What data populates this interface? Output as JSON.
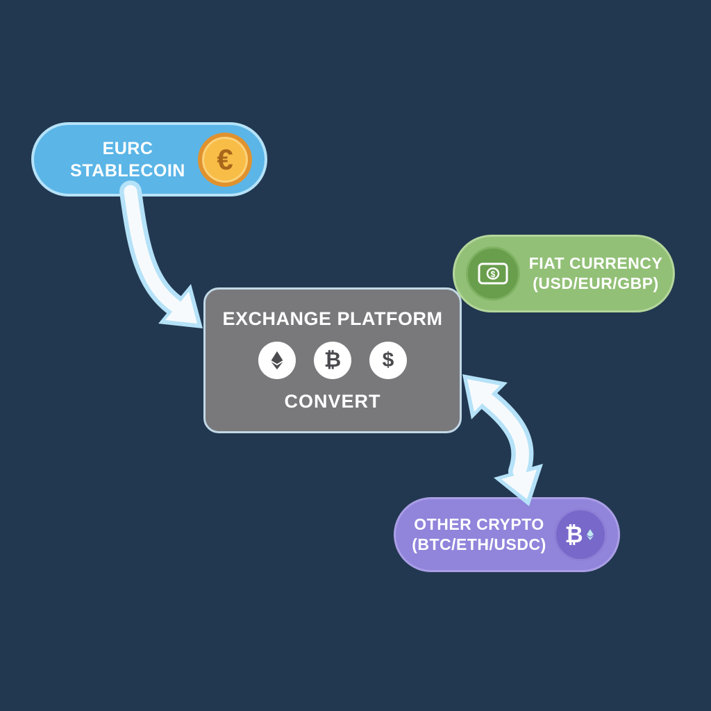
{
  "background_color": "#223850",
  "nodes": {
    "eurc_stablecoin": {
      "label_line1": "EURC",
      "label_line2": "STABLECOIN",
      "fill": "#5bb5e7",
      "border": "#b5e2f8",
      "coin_symbol": "€"
    },
    "exchange_platform": {
      "title": "EXCHANGE PLATFORM",
      "action_label": "CONVERT",
      "fill": "#79797c",
      "border": "#c2d8e6",
      "icon_symbols": {
        "ethereum": "eth-diamond",
        "bitcoin": "₿",
        "dollar": "$"
      }
    },
    "fiat_currency": {
      "label_line1": "FIAT CURRENCY",
      "label_line2": "(USD/EUR/GBP)",
      "fill": "#92c077",
      "icon_bg": "#699e4d",
      "dollar_symbol": "$"
    },
    "other_crypto": {
      "label_line1": "OTHER CRYPTO",
      "label_line2": "(BTC/ETH/USDC)",
      "fill": "#9184db",
      "icon_bg": "#7868ca",
      "bitcoin_symbol": "₿"
    }
  },
  "arrows": {
    "outline_color": "#b5e2f8",
    "fill_color": "#f7fafc"
  }
}
